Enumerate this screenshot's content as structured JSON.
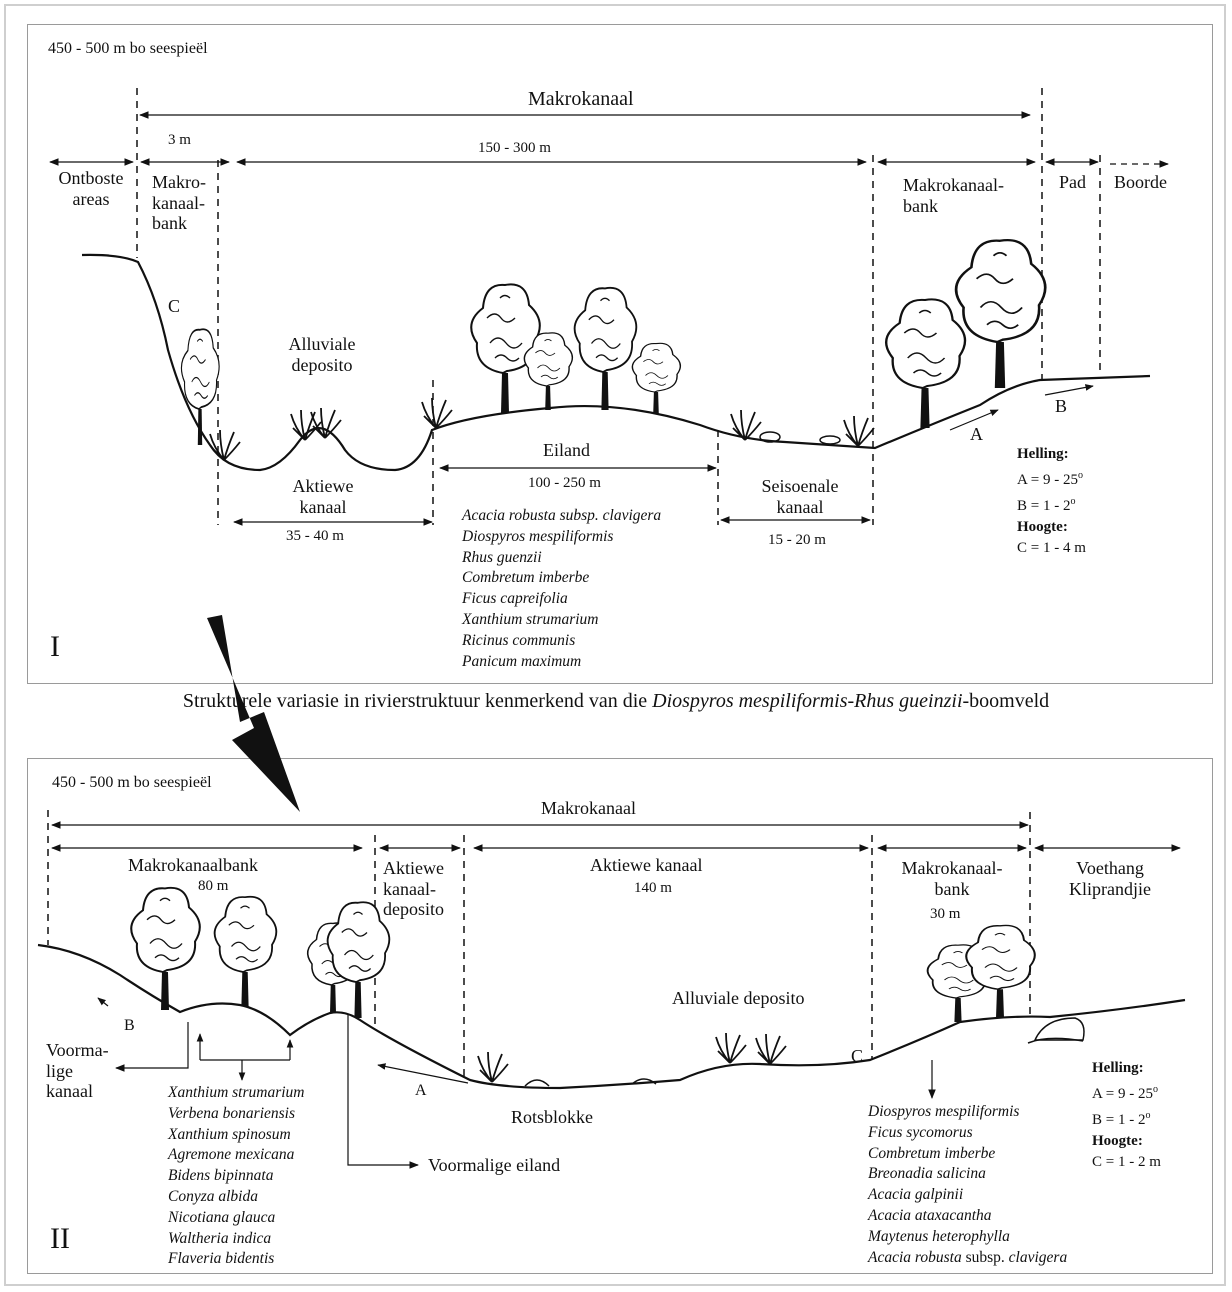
{
  "panel1": {
    "altitude": "450 - 500 m bo seespieël",
    "roman": "I",
    "makrokanaal": "Makrokanaal",
    "dim_3m": "3 m",
    "dim_150_300": "150 - 300 m",
    "ontboste": [
      "Ontboste",
      "areas"
    ],
    "makrokanaalbank_left": [
      "Makro-",
      "kanaal-",
      "bank"
    ],
    "makrokanaalbank_right": [
      "Makrokanaal-",
      "bank"
    ],
    "pad": "Pad",
    "boorde": "Boorde",
    "label_c": "C",
    "alluviale": [
      "Alluviale",
      "deposito"
    ],
    "eiland": "Eiland",
    "dim_eiland": "100 - 250 m",
    "aktiewe": [
      "Aktiewe",
      "kanaal"
    ],
    "dim_aktiewe": "35 - 40 m",
    "seisoenale": [
      "Seisoenale",
      "kanaal"
    ],
    "dim_seisoenale": "15 - 20 m",
    "label_a": "A",
    "label_b": "B",
    "helling": "Helling:",
    "helling_a": "A = 9 - 25",
    "helling_b": "B = 1 - 2",
    "hoogte": "Hoogte:",
    "hoogte_c": "C = 1 - 4 m",
    "species": [
      "Acacia robusta subsp. clavigera",
      "Diospyros mespiliformis",
      "Rhus guenzii",
      "Combretum imberbe",
      "Ficus capreifolia",
      "Xanthium strumarium",
      "Ricinus communis",
      "Panicum maximum"
    ]
  },
  "caption": {
    "prefix": "Strukturele variasie in rivierstruktuur kenmerkend van die ",
    "italic": "Diospyros mespiliformis-Rhus gueinzii",
    "suffix": "-boomveld"
  },
  "panel2": {
    "altitude": "450 - 500 m bo seespieël",
    "roman": "II",
    "makrokanaal": "Makrokanaal",
    "makrokanaalbank": "Makrokanaalbank",
    "dim_80": "80 m",
    "aktiewe_deposito": [
      "Aktiewe",
      "kanaal-",
      "deposito"
    ],
    "aktiewe_kanaal": "Aktiewe kanaal",
    "dim_140": "140 m",
    "makrokanaalbank_right": [
      "Makrokanaal-",
      "bank"
    ],
    "dim_30": "30 m",
    "voethang": [
      "Voethang",
      "Kliprandjie"
    ],
    "alluviale": "Alluviale deposito",
    "label_b": "B",
    "label_a": "A",
    "label_c": "C",
    "voormalige_kanaal": [
      "Voorma-",
      "lige",
      "kanaal"
    ],
    "rotsblokke": "Rotsblokke",
    "voormalige_eiland": "Voormalige eiland",
    "helling": "Helling:",
    "helling_a": "A = 9 - 25",
    "helling_b": "B = 1 - 2",
    "hoogte": "Hoogte:",
    "hoogte_c": "C = 1 - 2 m",
    "species_left": [
      "Xanthium strumarium",
      "Verbena bonariensis",
      "Xanthium spinosum",
      "Agremone mexicana",
      "Bidens bipinnata",
      "Conyza albida",
      "Nicotiana glauca",
      "Waltheria indica",
      "Flaveria bidentis"
    ],
    "species_right": [
      "Diospyros mespiliformis",
      "Ficus sycomorus",
      "Combretum imberbe",
      "Breonadia salicina",
      "Acacia galpinii",
      "Acacia ataxacantha",
      "Maytenus heterophylla"
    ],
    "species_right_last_italic": "Acacia robusta",
    "species_right_last_roman": " subsp. ",
    "species_right_last_italic2": "clavigera"
  },
  "degree_symbol": "o"
}
